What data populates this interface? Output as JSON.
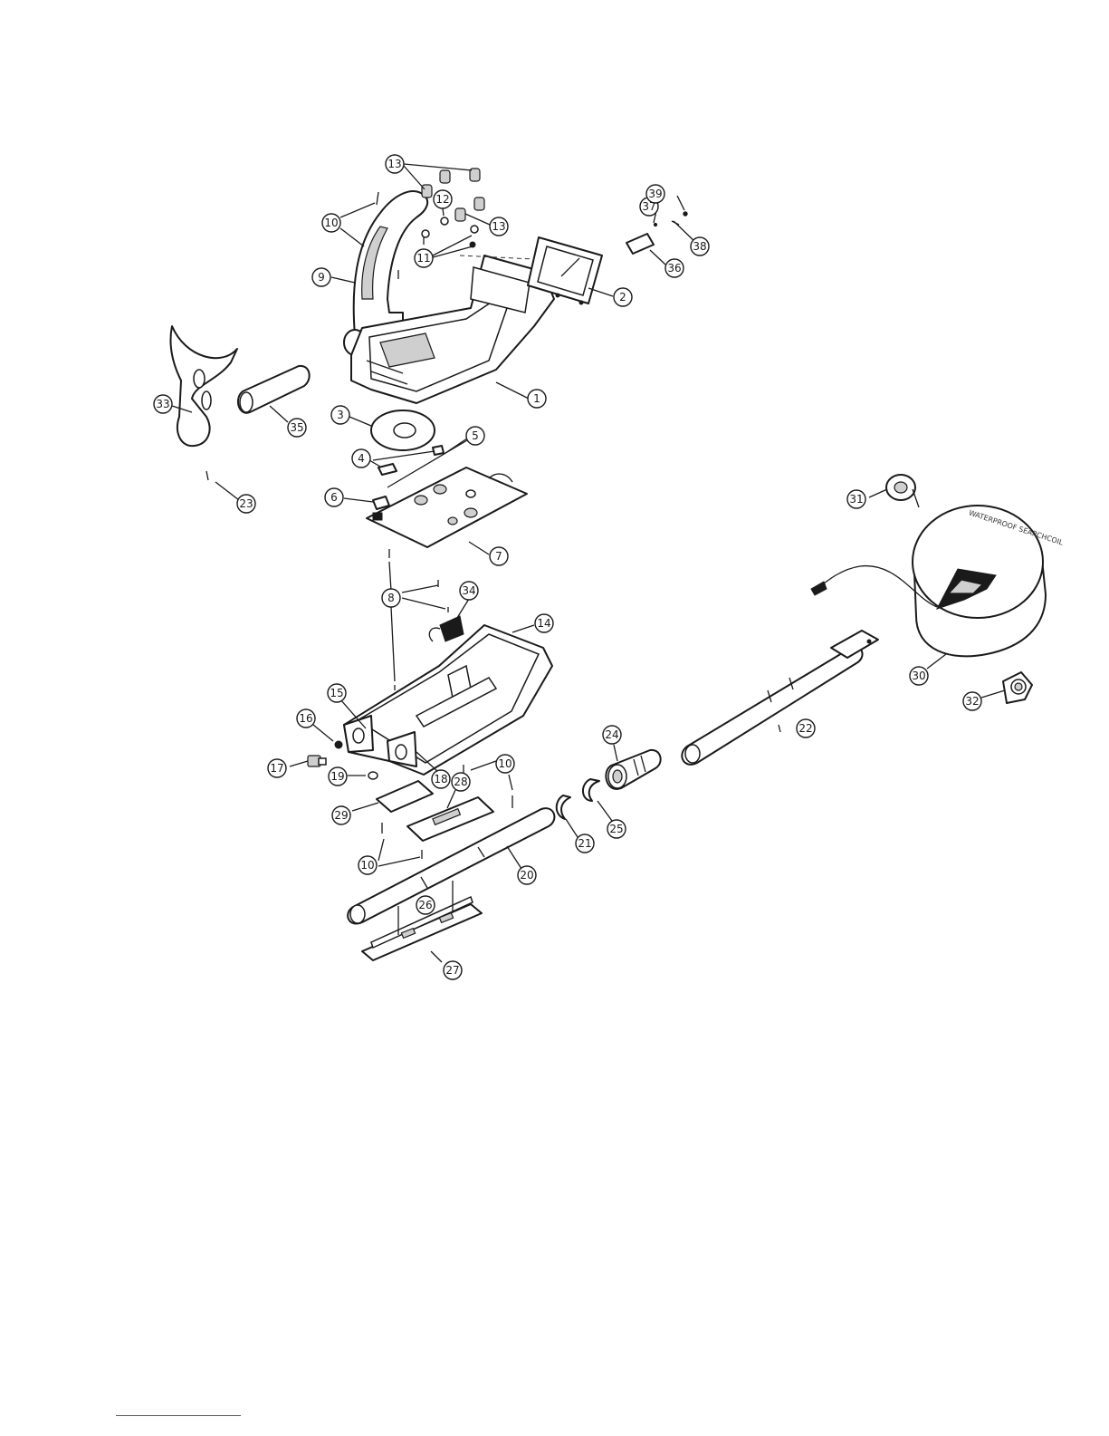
{
  "diagram": {
    "callouts": [
      "1",
      "2",
      "3",
      "4",
      "5",
      "6",
      "7",
      "8",
      "9",
      "10",
      "11",
      "12",
      "13",
      "14",
      "15",
      "16",
      "17",
      "18",
      "19",
      "20",
      "21",
      "22",
      "23",
      "24",
      "25",
      "26",
      "27",
      "28",
      "29",
      "30",
      "31",
      "32",
      "33",
      "34",
      "35",
      "36",
      "37",
      "38",
      "39"
    ],
    "coil_label": "WATERPROOF SEARCHCOIL"
  },
  "colors": {
    "ink": "#1a1a1a",
    "paper": "#ffffff",
    "link": "#3355cc"
  }
}
